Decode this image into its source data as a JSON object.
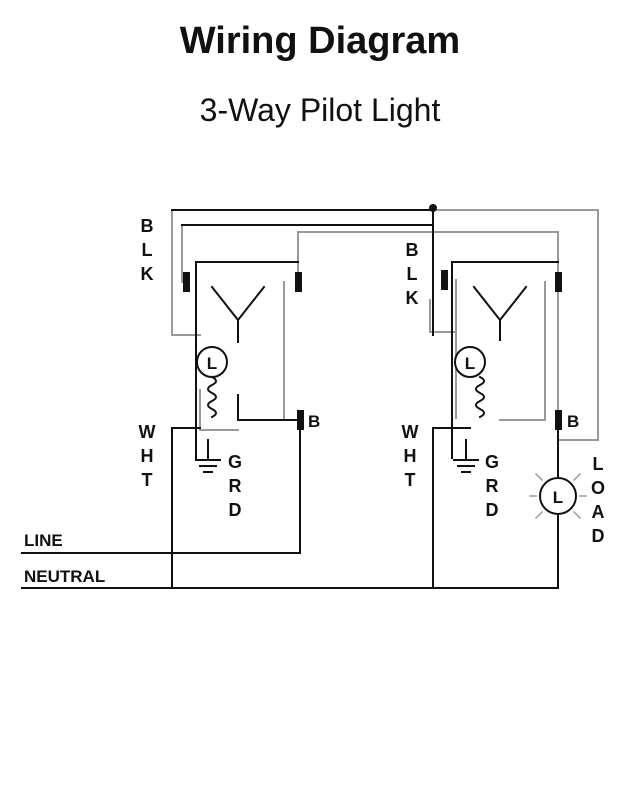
{
  "title": "Wiring Diagram",
  "subtitle": "3-Way Pilot Light",
  "labels": {
    "line": "LINE",
    "neutral": "NEUTRAL",
    "load": "LOAD",
    "left_switch": {
      "blk": "BLK",
      "wht": "WHT",
      "grd": "GRD",
      "pilot": "L",
      "terminal": "B"
    },
    "right_switch": {
      "blk": "BLK",
      "wht": "WHT",
      "grd": "GRD",
      "pilot": "L",
      "terminal": "B"
    },
    "load_lamp": "L"
  },
  "colors": {
    "wire_black": "#111111",
    "wire_gray": "#9a9a9a",
    "terminal": "#111111"
  }
}
